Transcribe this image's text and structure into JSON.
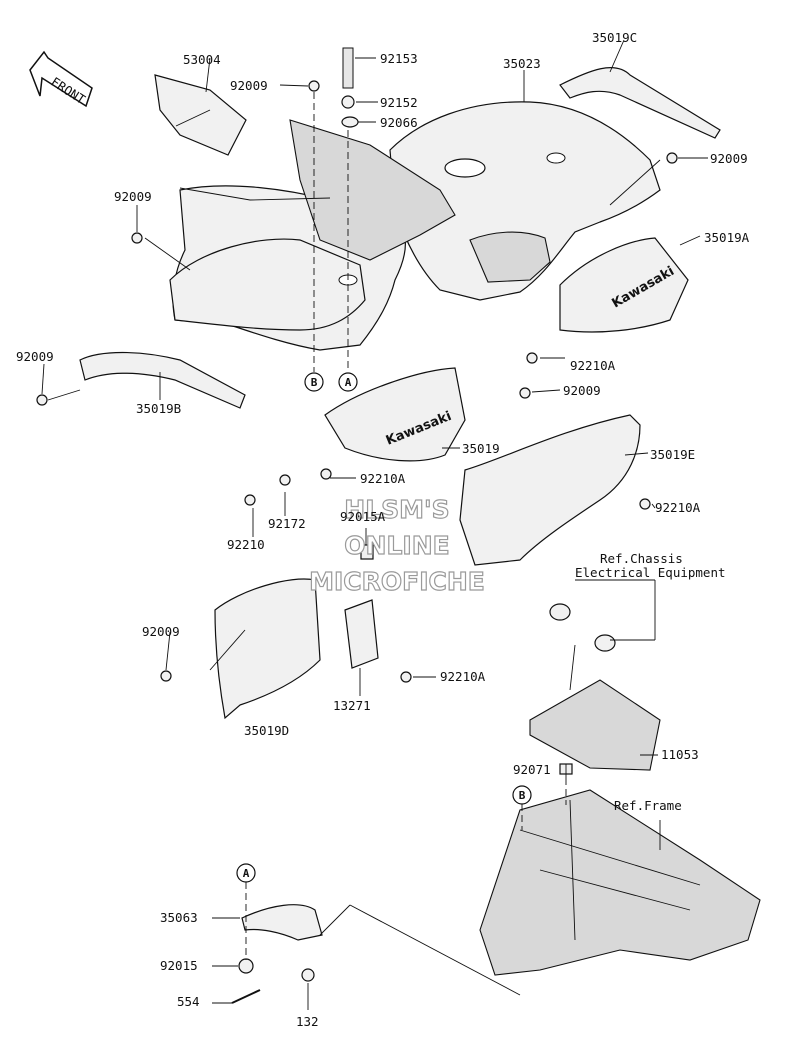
{
  "diagram": {
    "front_arrow": "FRONT",
    "callouts": {
      "p53004": "53004",
      "p92153": "92153",
      "p35023": "35023",
      "p35019c": "35019C",
      "p92009_top": "92009",
      "p92152": "92152",
      "p92066": "92066",
      "p92009_right": "92009",
      "p92009_left": "92009",
      "p35019a": "35019A",
      "p92009_far_left": "92009",
      "p92210a_1": "92210A",
      "p92009_mid": "92009",
      "p35019b": "35019B",
      "p35019": "35019",
      "p35019e": "35019E",
      "p92210a_2": "92210A",
      "p92172": "92172",
      "p92210a_3": "92210A",
      "p92015a": "92015A",
      "p92210": "92210",
      "p92009_low": "92009",
      "p92210a_4": "92210A",
      "p13271": "13271",
      "p35019d": "35019D",
      "p11053": "11053",
      "p92071": "92071",
      "p35063": "35063",
      "p92015": "92015",
      "p554": "554",
      "p132": "132"
    },
    "refs": {
      "chassis_line1": "Ref.Chassis",
      "chassis_line2": "Electrical Equipment",
      "frame": "Ref.Frame"
    },
    "markers": {
      "a": "A",
      "b": "B"
    },
    "brand_text": "Kawasaki",
    "watermark": [
      "HLSM'S",
      "ONLINE",
      "MICROFICHE"
    ]
  }
}
